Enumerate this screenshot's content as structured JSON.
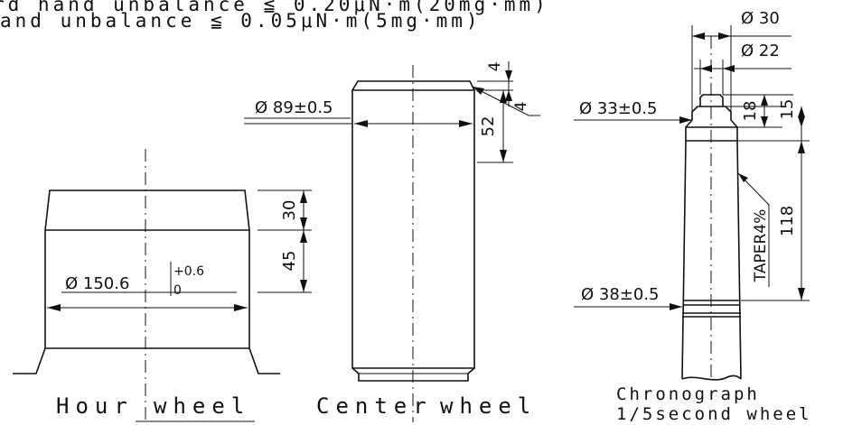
{
  "header": {
    "line1": "rd hand unbalance ≦ 0.20μN·m(20mg·mm)",
    "line2": "and unbalance ≦ 0.05μN·m(5mg·mm)"
  },
  "hour_wheel": {
    "caption_a": "Hour",
    "caption_b": "wheel",
    "diameter_label": "Ø 150.6",
    "tol_upper": "+0.6",
    "tol_lower": "0",
    "dim_30": "30",
    "dim_45": "45"
  },
  "center_wheel": {
    "caption_a": "Center",
    "caption_b": "wheel",
    "diameter_label": "Ø 89±0.5",
    "dim_4_top": "4",
    "dim_4_chamfer": "4",
    "dim_52": "52"
  },
  "chrono_wheel": {
    "caption_line1": "Chronograph",
    "caption_line2": "1/5second wheel",
    "dia_30": "Ø 30",
    "dia_22": "Ø 22",
    "dia_33": "Ø 33±0.5",
    "dia_38": "Ø 38±0.5",
    "dim_18": "18",
    "dim_15": "15",
    "dim_118": "118",
    "taper": "TAPER4%"
  }
}
